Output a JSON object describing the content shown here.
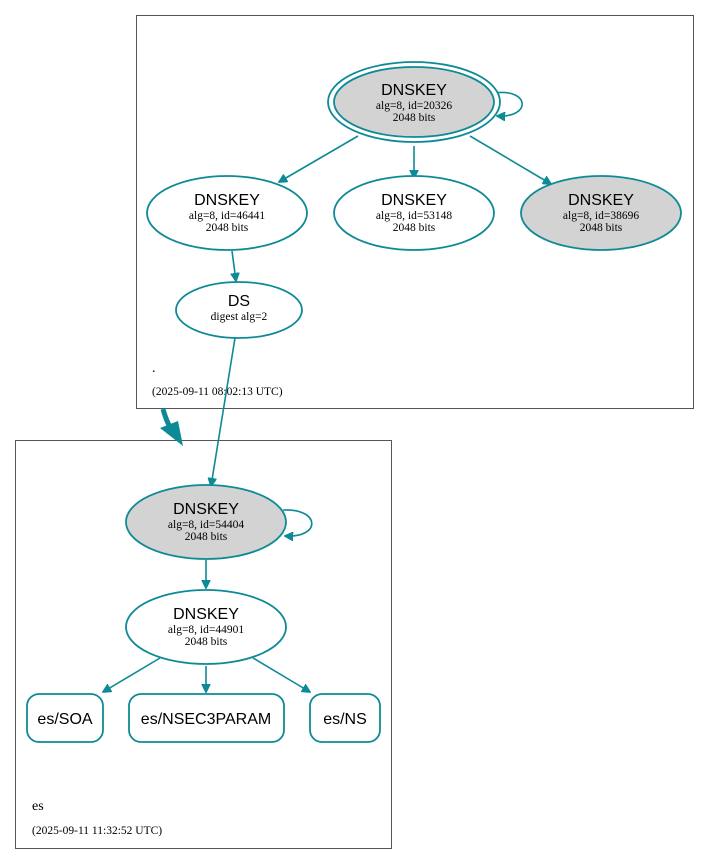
{
  "colors": {
    "accent": "#0e8a96",
    "gray_fill": "#d3d3d3",
    "white_fill": "#ffffff",
    "cluster_border": "#555555"
  },
  "zones": {
    "root": {
      "label": ".",
      "timestamp": "(2025-09-11 08:02:13 UTC)",
      "nodes": {
        "ksk": {
          "title": "DNSKEY",
          "line1": "alg=8, id=20326",
          "line2": "2048 bits"
        },
        "zsk1": {
          "title": "DNSKEY",
          "line1": "alg=8, id=46441",
          "line2": "2048 bits"
        },
        "zsk2": {
          "title": "DNSKEY",
          "line1": "alg=8, id=53148",
          "line2": "2048 bits"
        },
        "key3": {
          "title": "DNSKEY",
          "line1": "alg=8, id=38696",
          "line2": "2048 bits"
        },
        "ds": {
          "title": "DS",
          "line1": "digest alg=2"
        }
      }
    },
    "es": {
      "label": "es",
      "timestamp": "(2025-09-11 11:32:52 UTC)",
      "nodes": {
        "ksk": {
          "title": "DNSKEY",
          "line1": "alg=8, id=54404",
          "line2": "2048 bits"
        },
        "zsk": {
          "title": "DNSKEY",
          "line1": "alg=8, id=44901",
          "line2": "2048 bits"
        },
        "soa": {
          "title": "es/SOA"
        },
        "nsec3param": {
          "title": "es/NSEC3PARAM"
        },
        "ns": {
          "title": "es/NS"
        }
      }
    }
  }
}
